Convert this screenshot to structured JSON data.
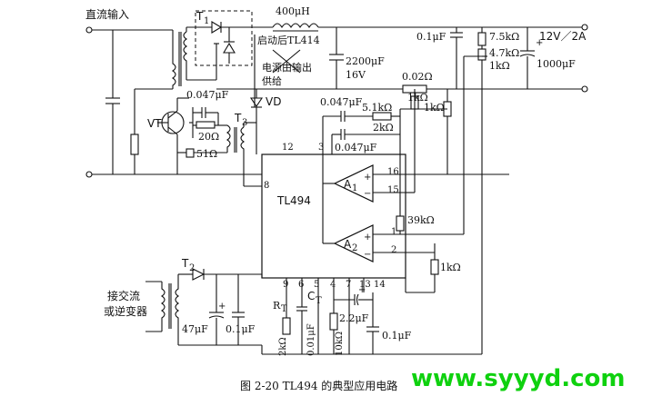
{
  "figure": {
    "caption": "图 2-20   TL494 的典型应用电路",
    "watermark": "www.syyyd.com"
  },
  "labels": {
    "dc_input": "直流输入",
    "ac_input_line1": "接交流",
    "ac_input_line2": "或逆变器",
    "t1": "T",
    "t1_sub": "1",
    "t2": "T",
    "t2_sub": "2",
    "t3": "T",
    "t3_sub": "3",
    "vt": "VT",
    "vd": "VD",
    "inductor": "400μH",
    "note_line1": "启动后TL414",
    "note_line2": "电源由输出",
    "note_line3": "供给",
    "cap_out": "2200μF",
    "cap_out_v": "16V",
    "cap_top": "0.1μF",
    "r_7k5": "7.5kΩ",
    "r_4k7": "4.7kΩ",
    "r_1k_pot": "1kΩ",
    "output": "12V／2A",
    "cap_1000": "1000μF",
    "r_002": "0.02Ω",
    "r_1k_a": "1kΩ",
    "r_1k_b": "1kΩ",
    "cap_047_a": "0.047μF",
    "cap_047_b": "0.047μF",
    "cap_047_c": "0.047μF",
    "r_5k1": "5.1kΩ",
    "r_2k": "2kΩ",
    "r_20": "20Ω",
    "r_51": "51Ω",
    "ic_name": "TL494",
    "amp1": "A",
    "amp1_sub": "1",
    "amp2": "A",
    "amp2_sub": "2",
    "r_39k": "39kΩ",
    "r_1k_c": "1kΩ",
    "r_2k_t": "2kΩ",
    "r_10k": "10kΩ",
    "cap_001": "0.01μF",
    "cap_22": "2.2μF",
    "cap_01_b": "0.1μF",
    "cap_47": "47μF",
    "cap_01_c": "0.1μF",
    "rt": "R",
    "rt_sub": "T",
    "ct": "C",
    "ct_sub": "T",
    "pin_12": "12",
    "pin_3": "3",
    "pin_8": "8",
    "pin_16": "16",
    "pin_15": "15",
    "pin_1": "1",
    "pin_2": "2",
    "pin_9": "9",
    "pin_6": "6",
    "pin_5": "5",
    "pin_4": "4",
    "pin_7": "7",
    "pin_13": "13",
    "pin_14": "14",
    "plus": "+",
    "minus": "−"
  }
}
